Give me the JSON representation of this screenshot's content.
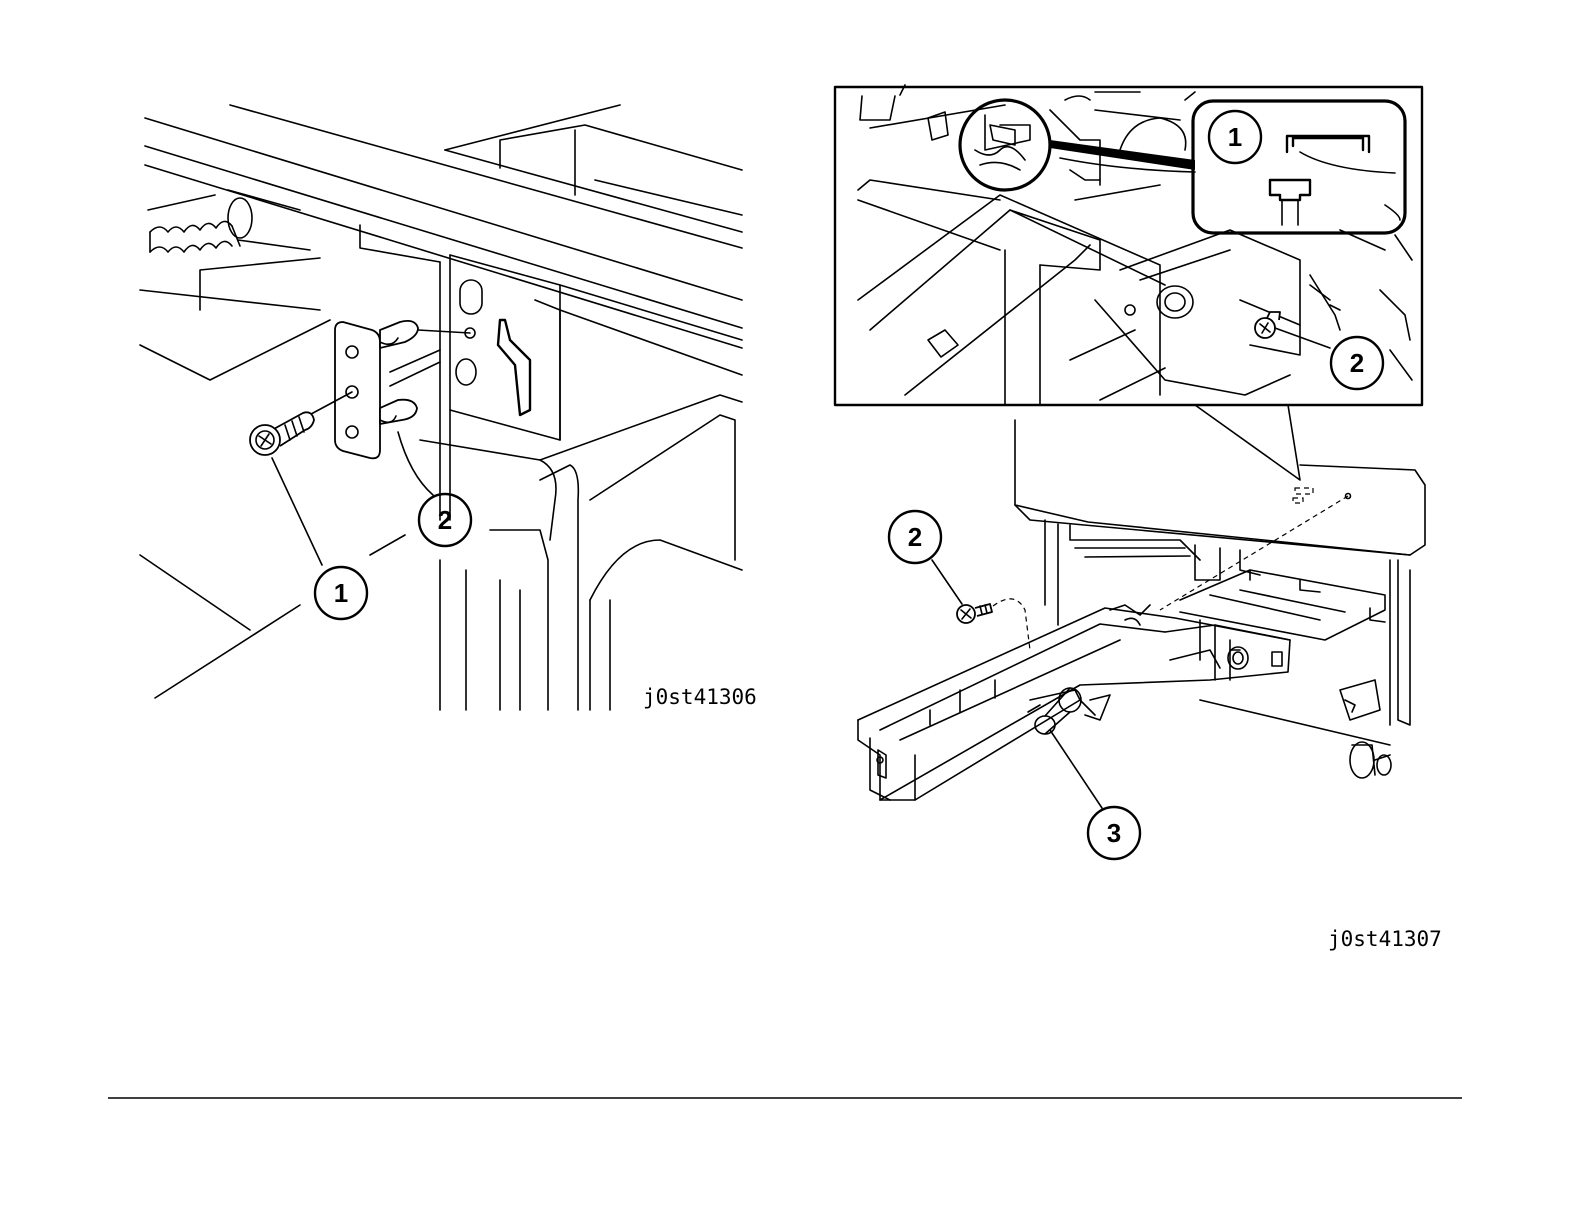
{
  "figures": {
    "left": {
      "id": "j0st41306",
      "callouts": [
        "1",
        "2"
      ]
    },
    "right": {
      "id": "j0st41307",
      "callouts": [
        "1",
        "2",
        "2",
        "3"
      ]
    }
  },
  "colors": {
    "ink": "#000000",
    "paper": "#ffffff"
  }
}
